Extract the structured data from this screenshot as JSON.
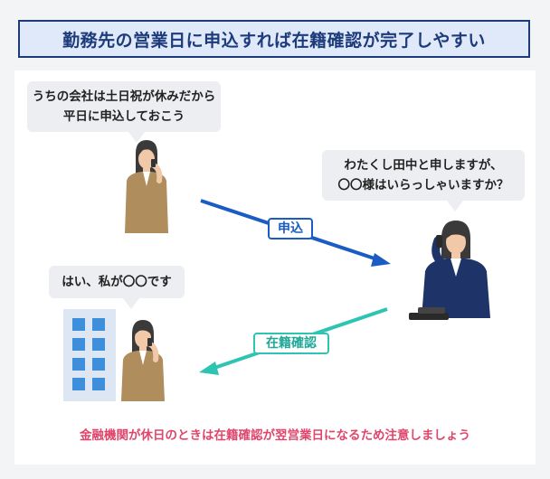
{
  "title": "勤務先の営業日に申込すれば在籍確認が完了しやすい",
  "bubbles": {
    "applicant_line1": "うちの会社は土日祝が休みだから",
    "applicant_line2": "平日に申込しておこう",
    "lender_line1": "わたくし田中と申しますが、",
    "lender_line2": "〇〇様はいらっしゃいますか？",
    "employee": "はい、私が〇〇です"
  },
  "tags": {
    "apply": "申込",
    "employment_check": "在籍確認"
  },
  "note": "金融機関が休日のときは在籍確認が翌営業日になるため注意しましょう",
  "colors": {
    "title_border": "#1d3a7a",
    "title_bg": "#dfe9f9",
    "apply_arrow": "#1b5cc4",
    "confirm_arrow": "#2ec4b2",
    "note_text": "#e0456b"
  }
}
